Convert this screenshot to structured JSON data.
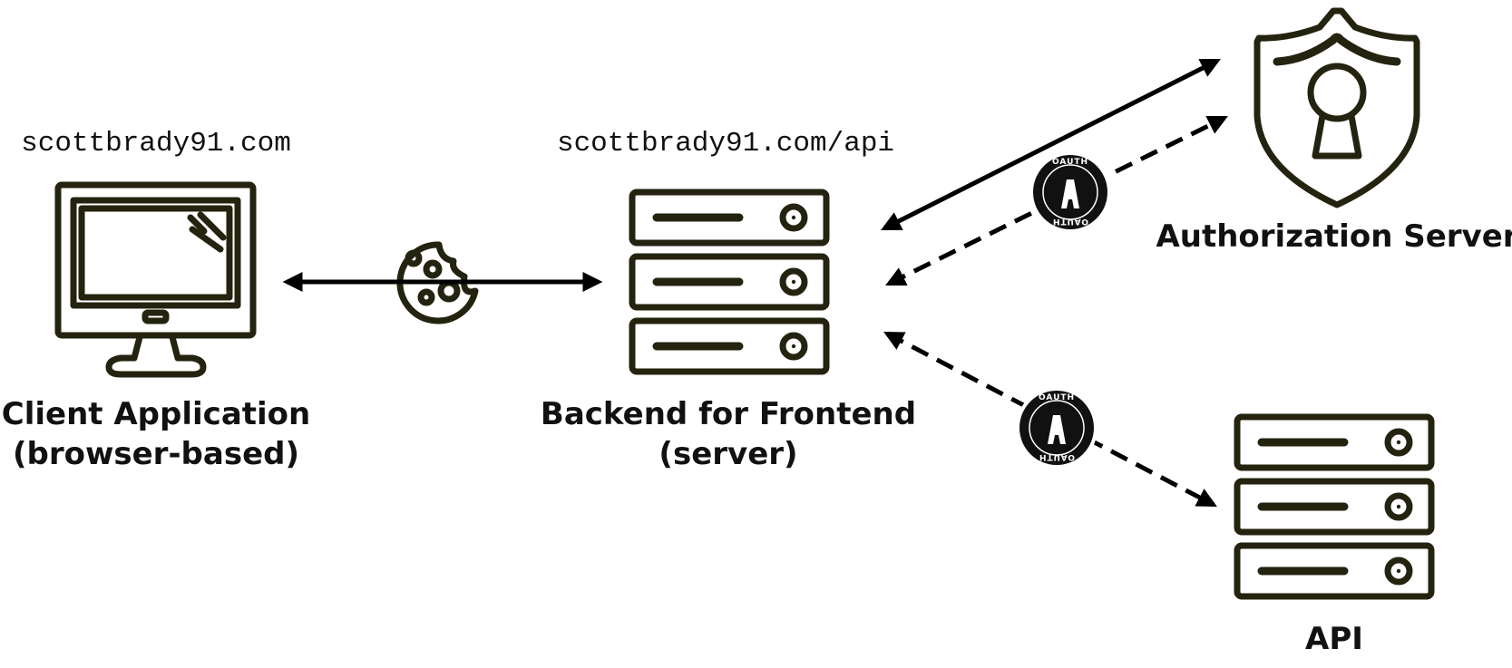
{
  "client": {
    "domain": "scottbrady91.com",
    "label_line1": "Client Application",
    "label_line2": "(browser-based)"
  },
  "bff": {
    "domain": "scottbrady91.com/api",
    "label_line1": "Backend for Frontend",
    "label_line2": "(server)"
  },
  "auth_server": {
    "label": "Authorization Server"
  },
  "api": {
    "label": "API"
  },
  "badges": [
    {
      "text": "OAUTH"
    },
    {
      "text": "OAUTH"
    }
  ],
  "colors": {
    "ink": "#23230f",
    "arrow": "#000000",
    "badge": "#111111"
  },
  "icons": {
    "client": "monitor-icon",
    "cookie": "cookie-icon",
    "bff": "server-icon",
    "auth_server": "shield-keyhole-icon",
    "api": "server-icon",
    "badge": "oauth-logo-icon"
  }
}
